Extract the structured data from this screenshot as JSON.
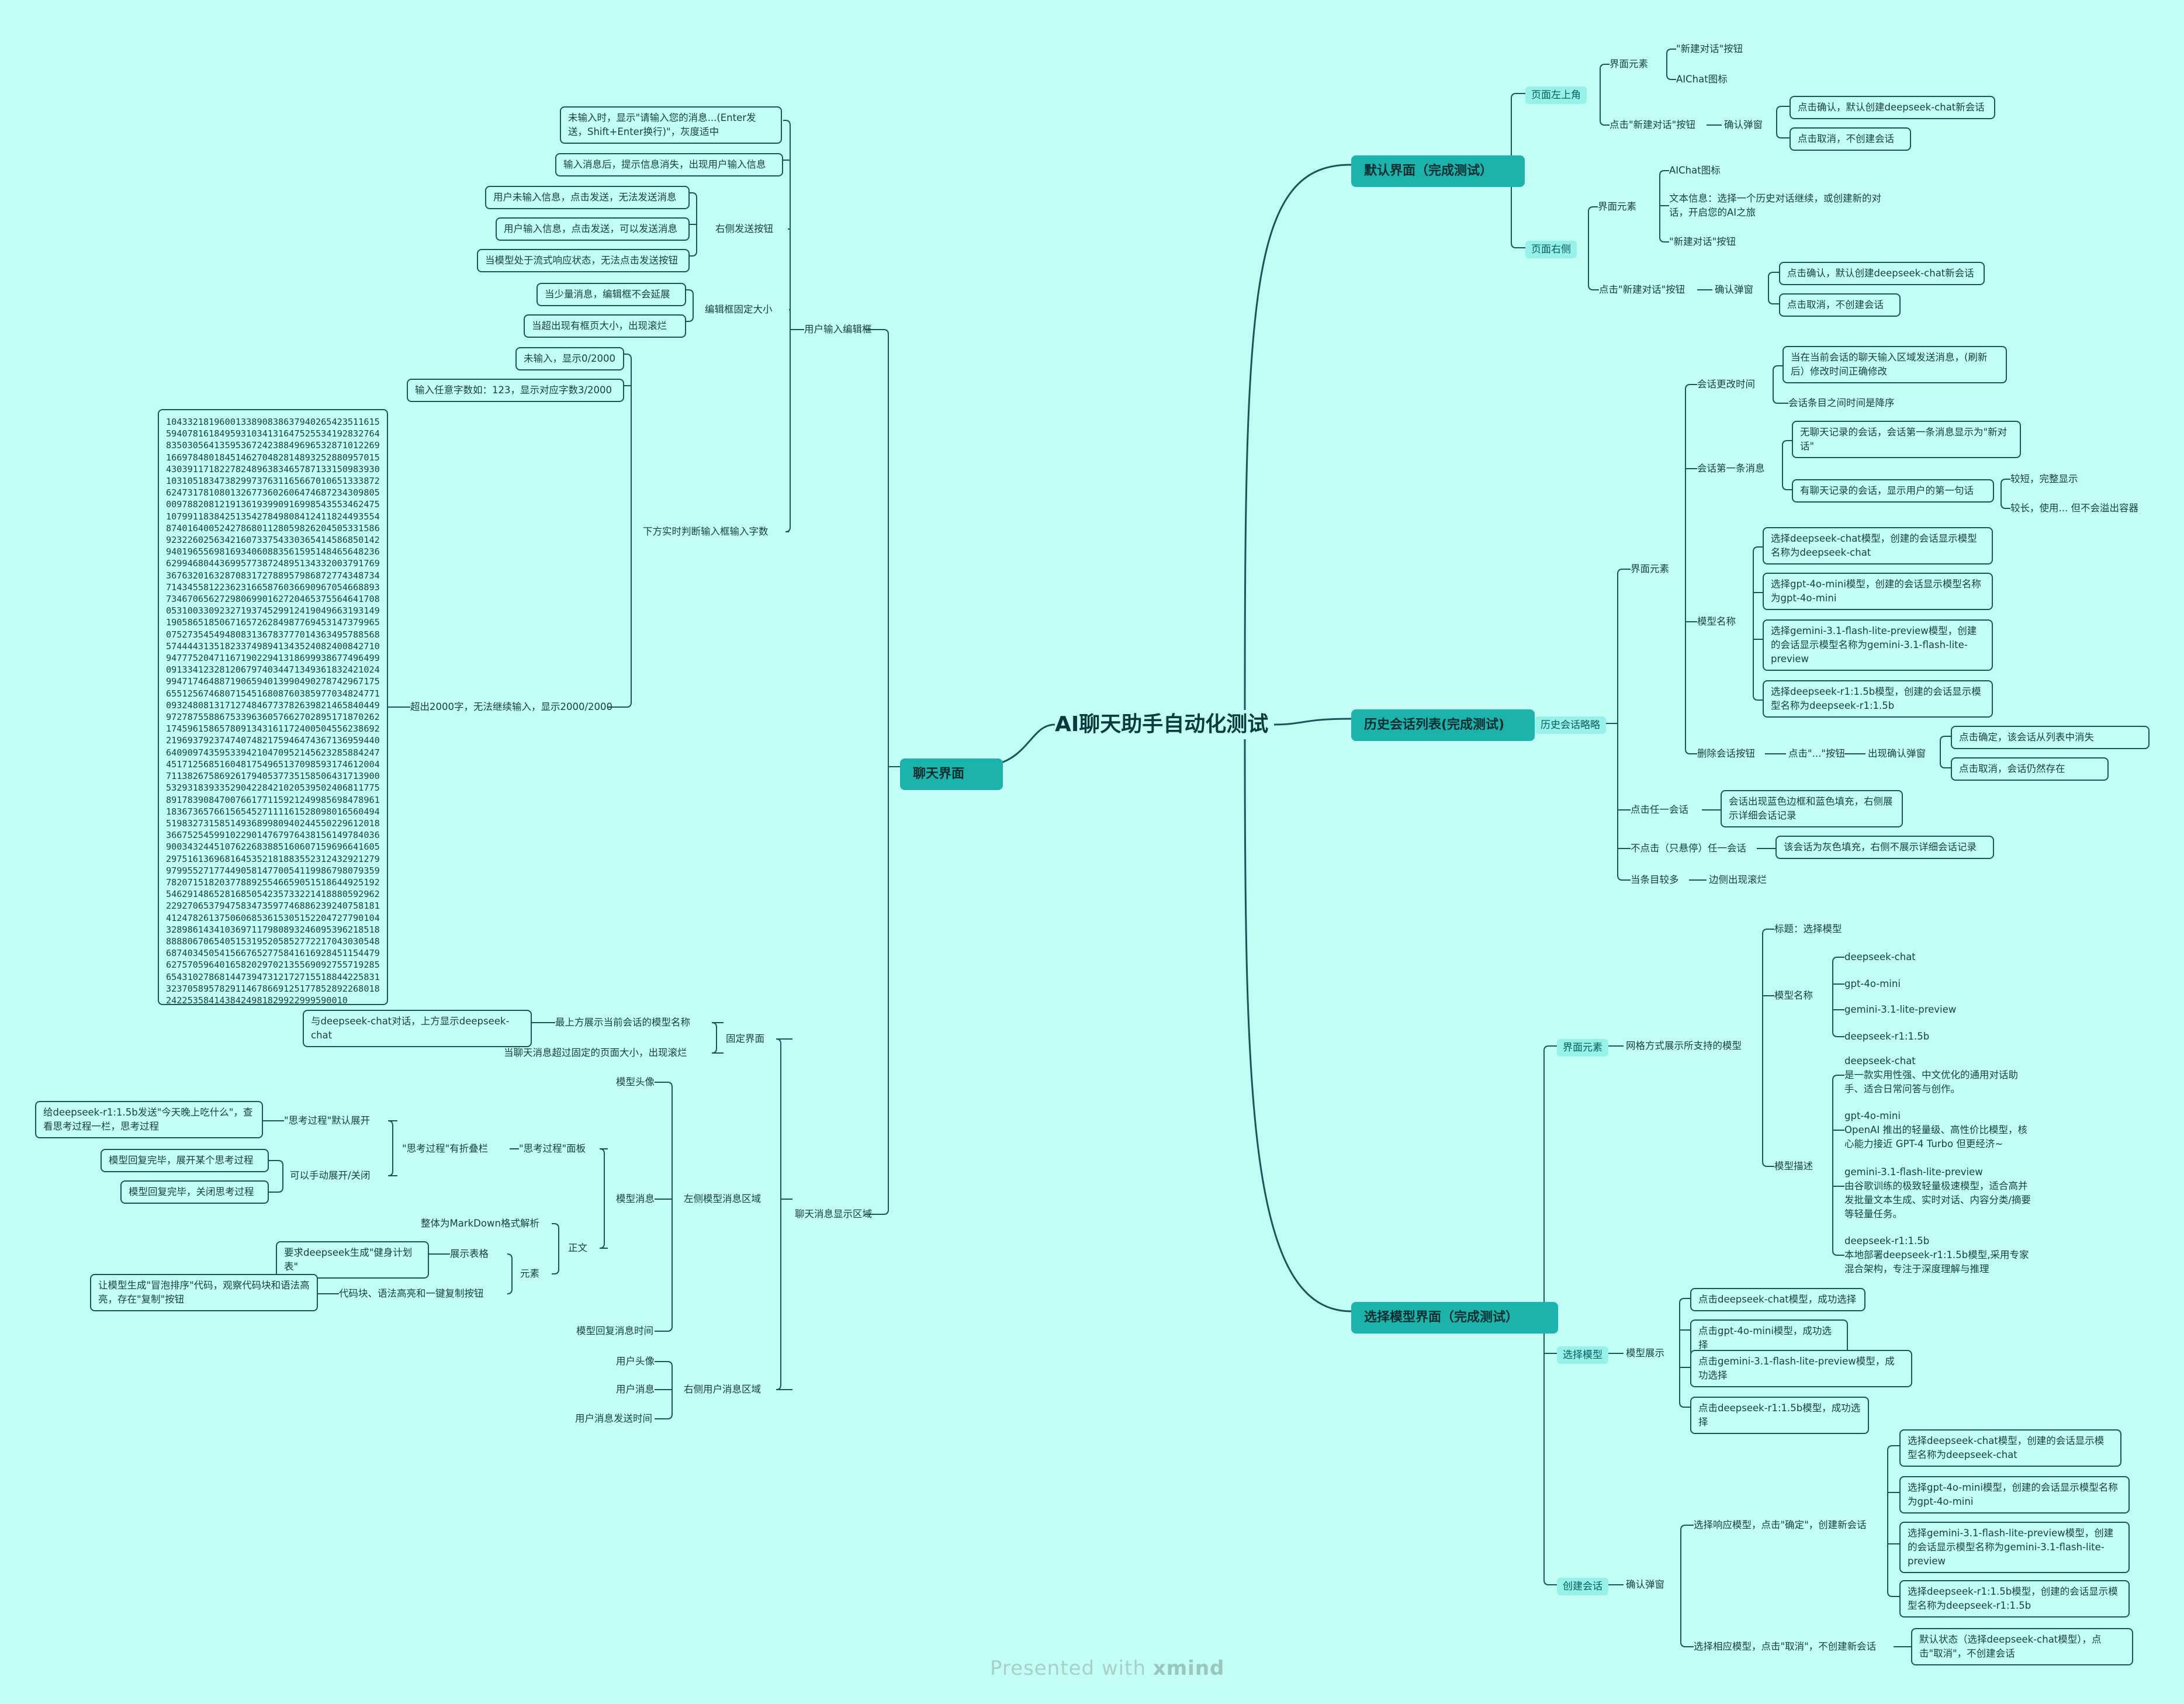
{
  "root": {
    "title": "AI聊天助手自动化测试"
  },
  "watermark": {
    "text": "Presented with",
    "brand": "xmind"
  },
  "colors": {
    "background": "#c2fdf6",
    "main_topic": "#1bb3ac",
    "sub_topic": "#96f2e8",
    "line": "#16575a"
  },
  "chat": {
    "title": "聊天界面",
    "input": {
      "title": "用户输入编辑框",
      "empty_hint": "未输入时，显示\"请输入您的消息...(Enter发送，Shift+Enter换行)\"，灰度适中",
      "hint_vanish": "输入消息后，提示信息消失，出现用户输入信息",
      "send_btn": {
        "title": "右侧发送按钮",
        "a": "用户未输入信息，点击发送，无法发送消息",
        "b": "用户输入信息，点击发送，可以发送消息",
        "c": "当模型处于流式响应状态，无法点击发送按钮"
      },
      "fixed": {
        "title": "编辑框固定大小",
        "a": "当少量消息，编辑框不会延展",
        "b": "当超出现有框页大小，出现滚烂"
      },
      "count": {
        "title": "下方实时判断输入框输入字数",
        "a": "未输入，显示0/2000",
        "b": "输入任意字数如：123，显示对应字数3/2000",
        "c": "超出2000字，无法继续输入，显示2000/2000",
        "digits": "10433218196001338908386379402654235116155940781618495931034131647525534192832764835030564135953672423884969653287101226916697848018451462704828148932528809570154303911718227824896383465787133150983930103105183473829973763116566701065133387262473178108013267736026064746872343098050097882081219136193990916998543553462475107991183842513542784980841241182449355487401640052427868011280598262045053315869232260256342160733754330365414586850142940196556981693406088356159514846564823662994680443699577387248951343320037917693676320163287083172788957986872774348734714345581223623166587603669096705466889373467065627298069901627204653755646417080531003309232719374529912419049663193149190586518506716572628498776945314737996507527354549480831367837770143634957885685744443135182337498941343524082400842710947775204711671902294131869993867749649909133412328120679740344713493618324210249947174648871906594013990490278742967175655125674680715451680876038597703482477109324808131712748467737826398214658404499727875588675339636057662702895171870262174596158657809134316117240050455623869221969379237474074821759464743671369594406409097435953394210470952145623285884247451712568516048175496513709859317461200471138267586926179405377351585064317139005329318393352904228421020539502406811775891783908470076617711592124998569847896118367365766156545271111615280980165604945198327315851493689980940244550229612018366752545991022901476797643815614978403690034324451076226838851606071596966416052975161369681645352181883552312432921279979955271774490581477005411998679807935978207151820377889255466590515186449251925462914865281685054235733221418880592962229270653794758347359774688623924075818141247826137506068536153051522047277901043289861434103697117980893246095396218518888806706540515319520585277221704303054868740345054156676527758416169284511544796275705964016582029702135569092755719285654310278681447394731217271551884422583132370589578291146786691251778528922680182422535841438424981829922999590010"
      }
    },
    "display": {
      "title": "聊天消息显示区域",
      "fixed": {
        "title": "固定界面",
        "top_model": "最上方展示当前会话的模型名称",
        "top_model_ex": "与deepseek-chat对话，上方显示deepseek-chat",
        "scroll": "当聊天消息超过固定的页面大小，出现滚烂"
      },
      "left": {
        "title": "左侧模型消息区域",
        "avatar": "模型头像",
        "msg": "模型消息",
        "time": "模型回复消息时间",
        "think": {
          "panel": "\"思考过程\"面板",
          "fold": "\"思考过程\"有折叠栏",
          "default_open": "\"思考过程\"默认展开",
          "default_open_ex": "给deepseek-r1:1.5b发送\"今天晚上吃什么\"，查看思考过程一栏，思考过程",
          "manual": "可以手动展开/关闭",
          "manual_a": "模型回复完毕，展开某个思考过程",
          "manual_b": "模型回复完毕，关闭思考过程"
        },
        "body": {
          "title": "正文",
          "md": "整体为MarkDown格式解析",
          "el": "元素",
          "table": "展示表格",
          "table_ex": "要求deepseek生成\"健身计划表\"",
          "code": "代码块、语法高亮和一键复制按钮",
          "code_ex": "让模型生成\"冒泡排序\"代码，观察代码块和语法高亮，存在\"复制\"按钮"
        }
      },
      "right": {
        "title": "右侧用户消息区域",
        "avatar": "用户头像",
        "msg": "用户消息",
        "time": "用户消息发送时间"
      }
    }
  },
  "default": {
    "title": "默认界面（完成测试）",
    "top_left": {
      "title": "页面左上角",
      "el": "界面元素",
      "el_a": "\"新建对话\"按钮",
      "el_b": "AIChat图标",
      "click": "点击\"新建对话\"按钮",
      "confirm": "确认弹窗",
      "ok": "点击确认，默认创建deepseek-chat新会话",
      "cancel": "点击取消，不创建会话"
    },
    "right": {
      "title": "页面右侧",
      "el": "界面元素",
      "el_a": "AIChat图标",
      "el_b": "文本信息：选择一个历史对话继续，或创建新的对话，开启您的AI之旅",
      "el_c": "\"新建对话\"按钮",
      "click": "点击\"新建对话\"按钮",
      "confirm": "确认弹窗",
      "ok": "点击确认，默认创建deepseek-chat新会话",
      "cancel": "点击取消，不创建会话"
    }
  },
  "history": {
    "title": "历史会话列表(完成测试)",
    "sidebar": "历史会话略略",
    "ui": {
      "title": "界面元素",
      "time": {
        "title": "会话更改时间",
        "a": "当在当前会话的聊天输入区域发送消息，(刷新后）修改时间正确修改",
        "b": "会话条目之间时间是降序"
      },
      "first": {
        "title": "会话第一条消息",
        "a": "无聊天记录的会话，会话第一条消息显示为\"新对话\"",
        "b": "有聊天记录的会话，显示用户的第一句话",
        "short": "较短，完整显示",
        "long": "较长，使用... 但不会溢出容器"
      },
      "model": {
        "title": "模型名称",
        "a": "选择deepseek-chat模型，创建的会话显示模型名称为deepseek-chat",
        "b": "选择gpt-4o-mini模型，创建的会话显示模型名称为gpt-4o-mini",
        "c": "选择gemini-3.1-flash-lite-preview模型，创建的会话显示模型名称为gemini-3.1-flash-lite-preview",
        "d": "选择deepseek-r1:1.5b模型，创建的会话显示模型名称为deepseek-r1:1.5b"
      },
      "del": {
        "title": "删除会话按钮",
        "click": "点击\"...\"按钮",
        "confirm": "出现确认弹窗",
        "ok": "点击确定，该会话从列表中消失",
        "cancel": "点击取消，会话仍然存在"
      }
    },
    "click_any": {
      "title": "点击任一会话",
      "a": "会话出现蓝色边框和蓝色填充，右侧展示详细会话记录"
    },
    "hover": {
      "title": "不点击（只悬停）任一会话",
      "a": "该会话为灰色填充，右侧不展示详细会话记录"
    },
    "many": {
      "title": "当条目较多",
      "a": "边侧出现滚烂"
    }
  },
  "model": {
    "title": "选择模型界面（完成测试）",
    "ui": {
      "title": "界面元素",
      "grid": "网格方式展示所支持的模型",
      "heading": "标题：选择模型",
      "names_title": "模型名称",
      "names": [
        "deepseek-chat",
        "gpt-4o-mini",
        "gemini-3.1-lite-preview",
        "deepseek-r1:1.5b"
      ],
      "desc_title": "模型描述",
      "desc": [
        {
          "name": "deepseek-chat",
          "text": "是一款实用性强、中文优化的通用对话助手、适合日常问答与创作。"
        },
        {
          "name": "gpt-4o-mini",
          "text": "OpenAI 推出的轻量级、高性价比模型，核心能力接近 GPT-4 Turbo 但更经济~"
        },
        {
          "name": "gemini-3.1-flash-lite-preview",
          "text": "由谷歌训练的极致轻量极速模型，适合高并发批量文本生成、实时对话、内容分类/摘要等轻量任务。"
        },
        {
          "name": "deepseek-r1:1.5b",
          "text": "本地部署deepseek-r1:1.5b模型,采用专家混合架构，专注于深度理解与推理"
        }
      ]
    },
    "select": {
      "title": "选择模型",
      "show": "模型展示",
      "a": "点击deepseek-chat模型，成功选择",
      "b": "点击gpt-4o-mini模型，成功选择",
      "c": "点击gemini-3.1-flash-lite-preview模型，成功选择",
      "d": "点击deepseek-r1:1.5b模型，成功选择"
    },
    "create": {
      "title": "创建会话",
      "confirm": "确认弹窗",
      "ok": "选择响应模型，点击\"确定\"，创建新会话",
      "ok_a": "选择deepseek-chat模型，创建的会话显示模型名称为deepseek-chat",
      "ok_b": "选择gpt-4o-mini模型，创建的会话显示模型名称为gpt-4o-mini",
      "ok_c": "选择gemini-3.1-flash-lite-preview模型，创建的会话显示模型名称为gemini-3.1-flash-lite-preview",
      "ok_d": "选择deepseek-r1:1.5b模型，创建的会话显示模型名称为deepseek-r1:1.5b",
      "cancel": "选择相应模型，点击\"取消\"，不创建新会话",
      "cancel_ex": "默认状态（选择deepseek-chat模型），点击\"取消\"，不创建会话"
    }
  }
}
